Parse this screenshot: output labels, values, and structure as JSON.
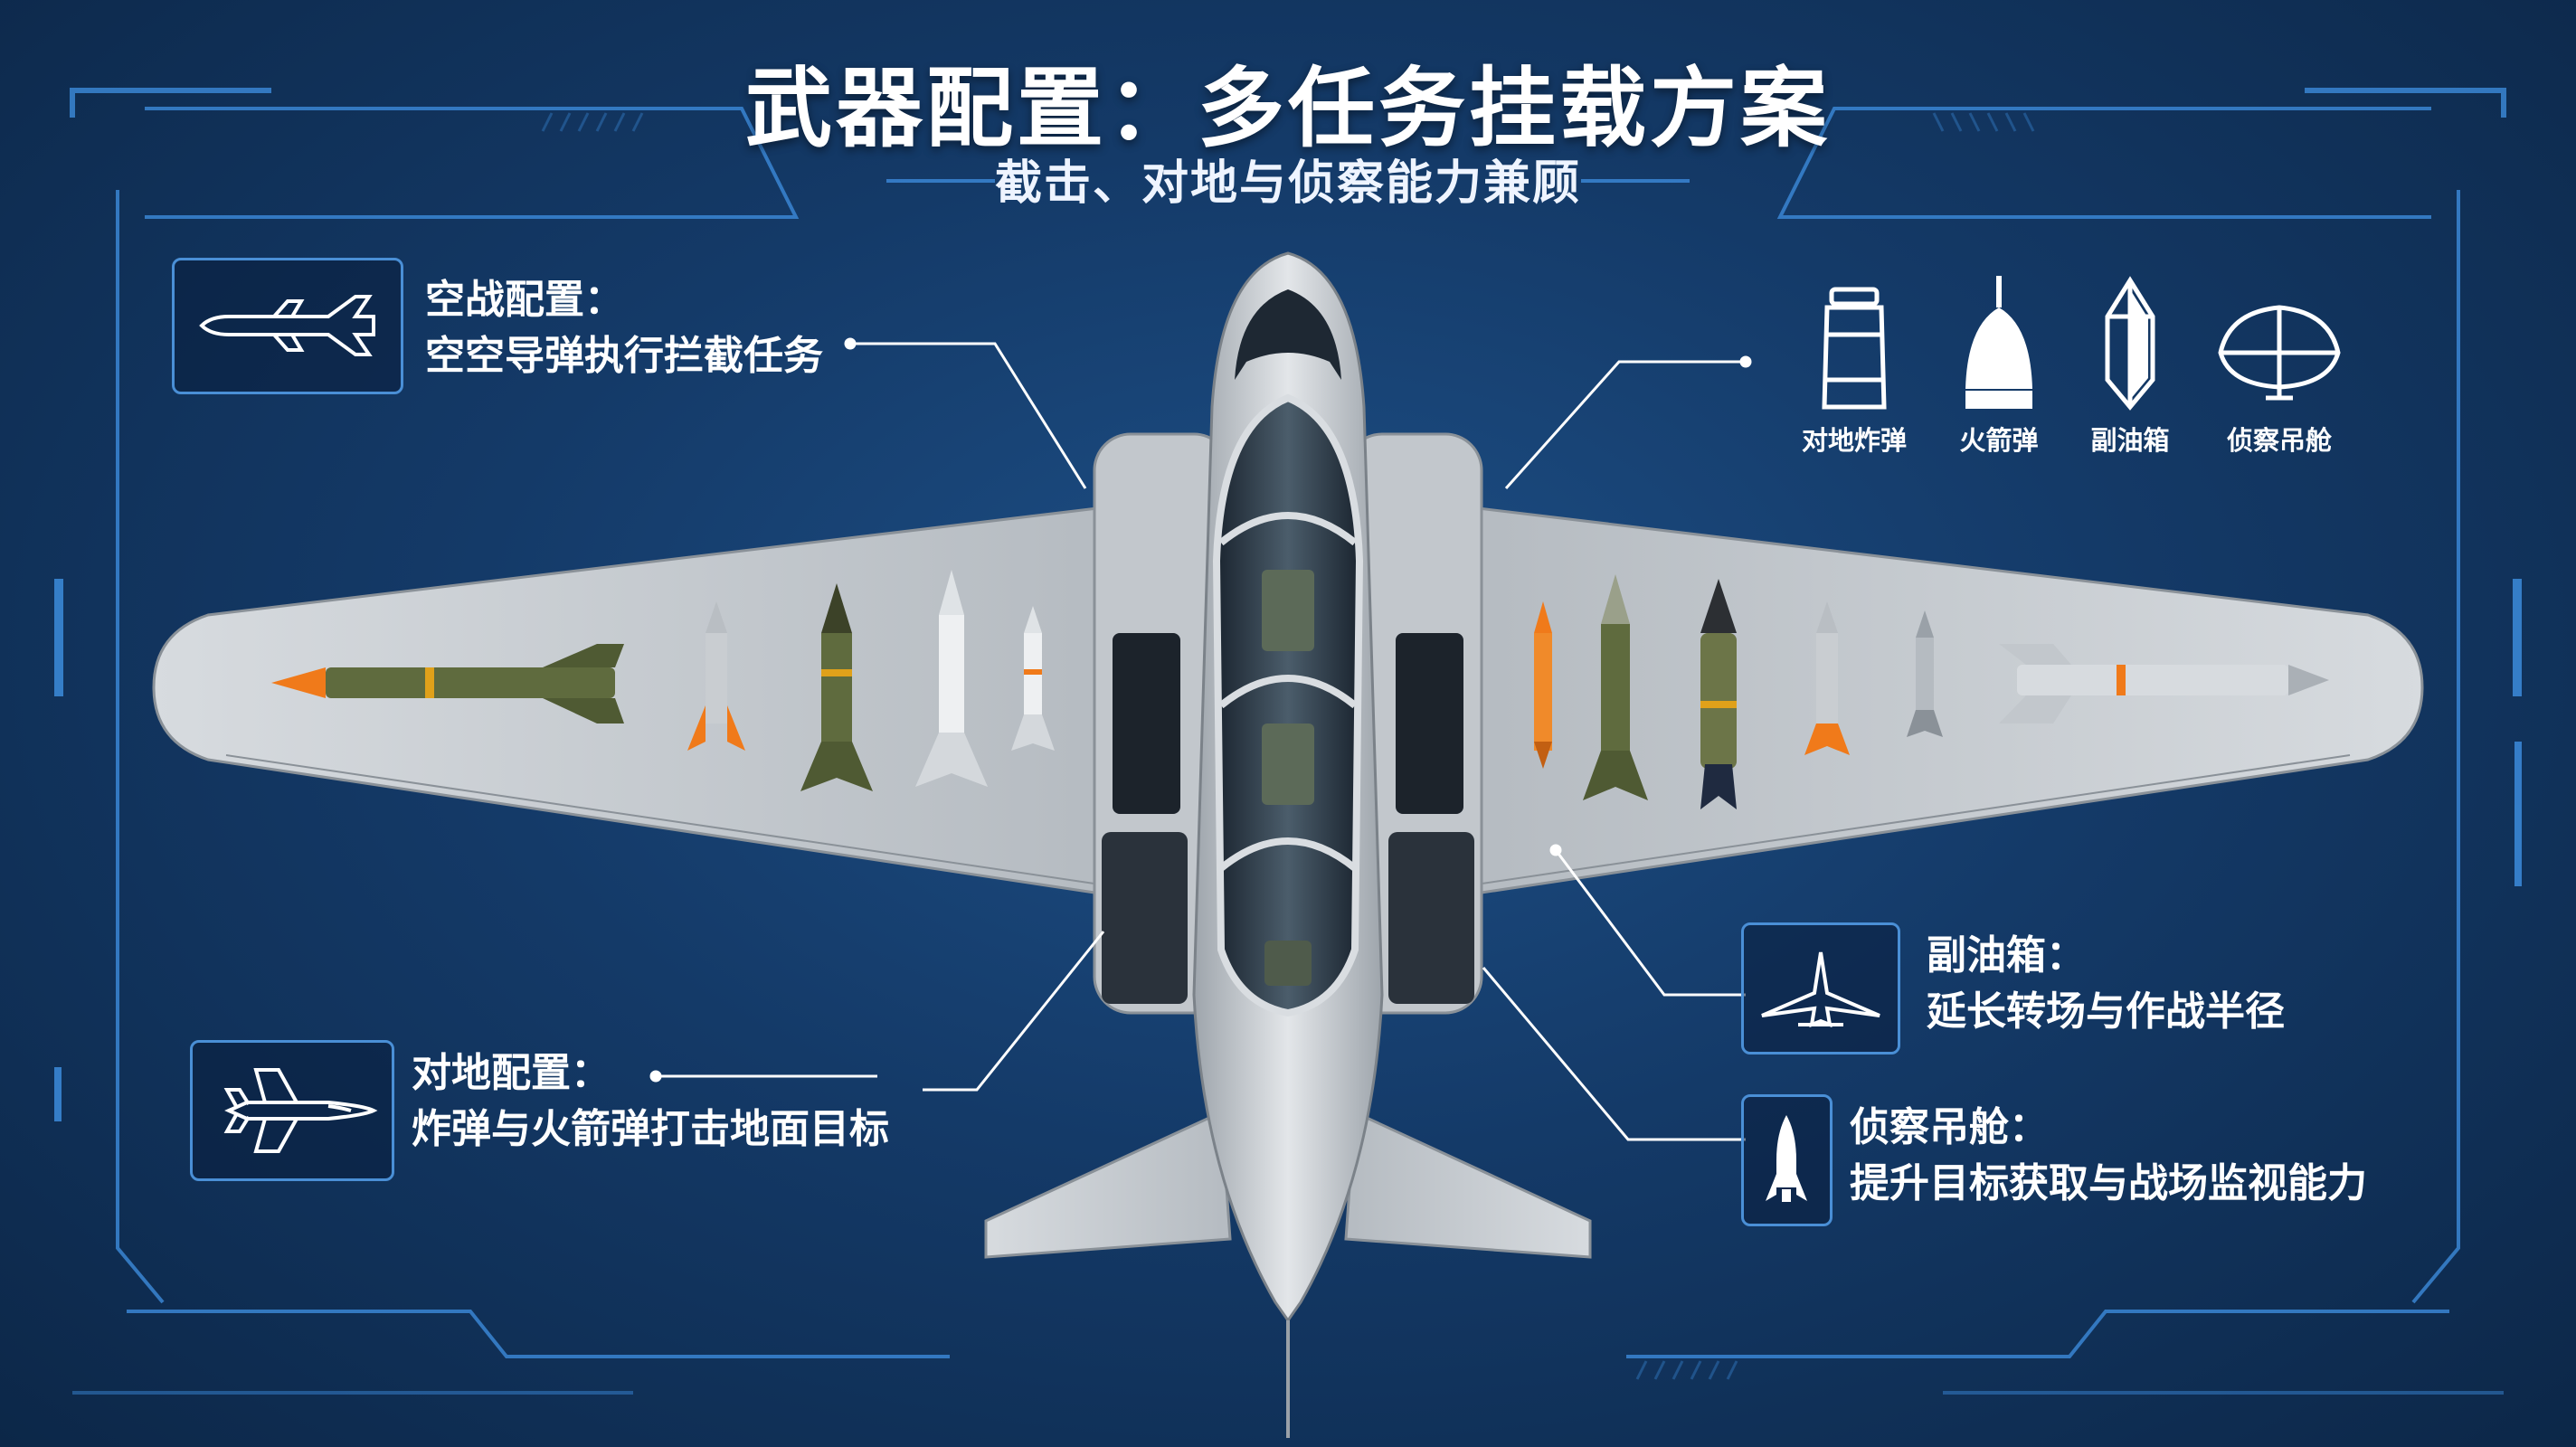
{
  "title": "武器配置：多任务挂载方案",
  "subtitle": "截击、对地与侦察能力兼顾",
  "colors": {
    "background": "#143a68",
    "frame_line": "#3a86d4",
    "accent_orange": "#f07a1a",
    "airframe": "#c9ced3"
  },
  "panels": {
    "air_combat": {
      "icon": "air-to-air-missile-icon",
      "heading": "空战配置：",
      "description": "空空导弹执行拦截任务"
    },
    "ground_attack": {
      "icon": "fighter-jet-icon",
      "heading": "对地配置：",
      "description": "炸弹与火箭弹打击地面目标"
    },
    "drop_tank": {
      "icon": "delta-jet-icon",
      "heading": "副油箱：",
      "description": "延长转场与作战半径"
    },
    "recon_pod": {
      "icon": "rocket-icon",
      "heading": "侦察吊舱：",
      "description": "提升目标获取与战场监视能力"
    }
  },
  "legend": [
    {
      "icon": "bomb-icon",
      "label": "对地炸弹"
    },
    {
      "icon": "rocket-pod-icon",
      "label": "火箭弹"
    },
    {
      "icon": "fuel-tank-icon",
      "label": "副油箱"
    },
    {
      "icon": "recon-pod-icon",
      "label": "侦察吊舱"
    }
  ]
}
